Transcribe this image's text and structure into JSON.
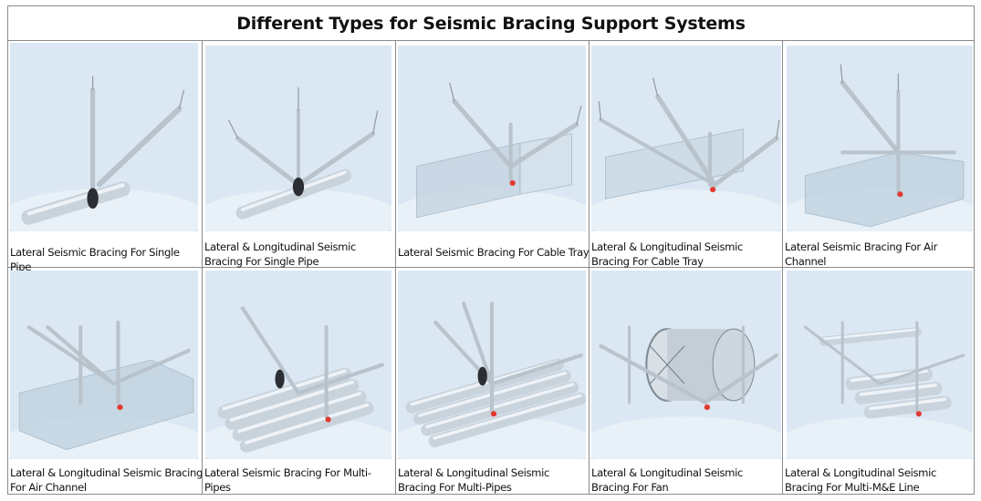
{
  "title": "Different Types for Seismic Bracing Support Systems",
  "captions": [
    "Lateral Seismic Bracing For Single Pipe",
    "Lateral & Longitudinal Seismic Bracing For Single Pipe",
    "Lateral Seismic Bracing For Cable Tray",
    "Lateral & Longitudinal Seismic Bracing For Cable Tray",
    "Lateral Seismic Bracing For Air Channel",
    "Lateral & Longitudinal Seismic Bracing For Air Channel",
    "Lateral Seismic Bracing For Multi-Pipes",
    "Lateral & Longitudinal Seismic Bracing For Multi-Pipes",
    "Lateral & Longitudinal Seismic Bracing For Fan",
    "Lateral & Longitudinal Seismic Bracing For Multi-M&E Line"
  ],
  "colors": {
    "render_bg": "#dbe8f3",
    "metal": "#b9c3cc",
    "red_cap": "#e23a32"
  }
}
